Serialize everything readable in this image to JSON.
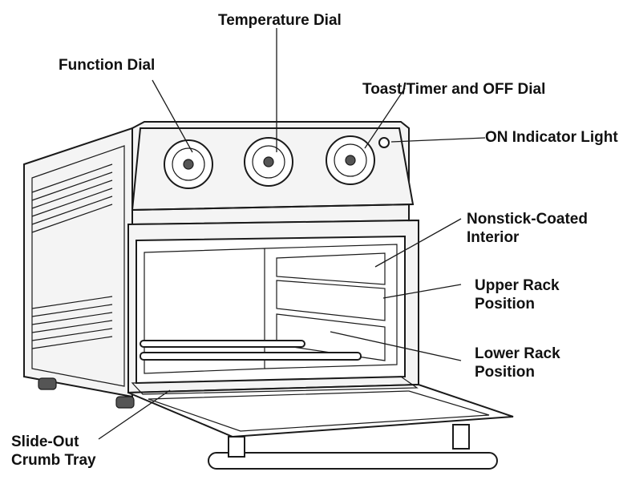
{
  "labels": {
    "temperature_dial": "Temperature Dial",
    "function_dial": "Function Dial",
    "toast_timer_dial": "Toast/Timer and OFF Dial",
    "on_indicator": "ON Indicator Light",
    "nonstick_line1": "Nonstick-Coated",
    "nonstick_line2": "Interior",
    "upper_rack_line1": "Upper Rack",
    "upper_rack_line2": "Position",
    "lower_rack_line1": "Lower Rack",
    "lower_rack_line2": "Position",
    "crumb_tray_line1": "Slide-Out",
    "crumb_tray_line2": "Crumb Tray"
  }
}
